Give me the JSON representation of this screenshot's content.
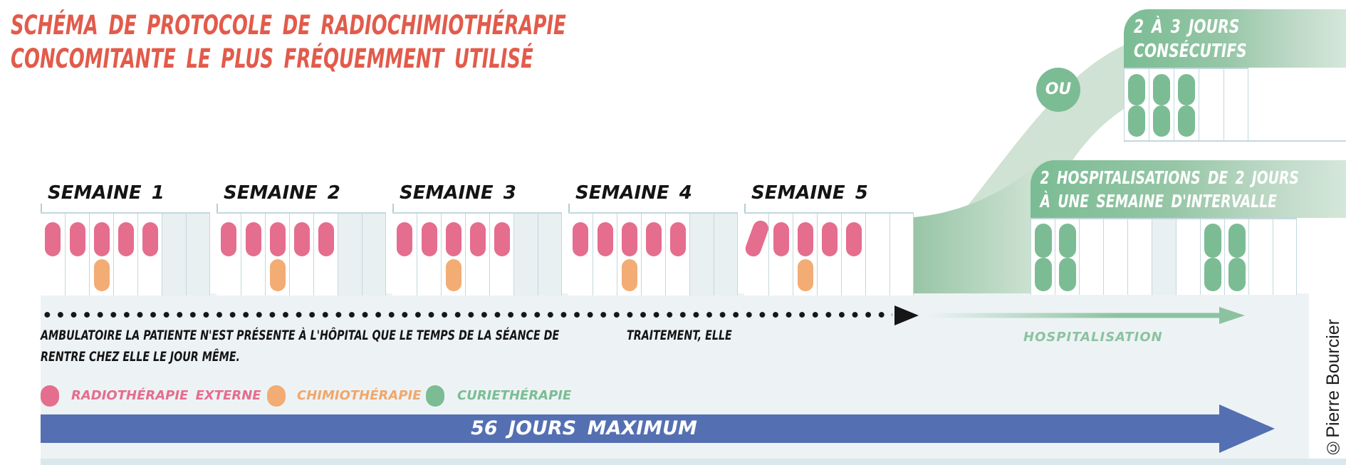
{
  "title": {
    "line1": "SCHÉMA DE PROTOCOLE DE RADIOCHIMIOTHÉRAPIE",
    "line2": "CONCOMITANTE LE PLUS FRÉQUEMMENT UTILISÉ"
  },
  "schedule": {
    "weeks": [
      {
        "label": "SEMAINE 1",
        "radiotherapy_days": [
          1,
          2,
          3,
          4,
          5
        ],
        "chemotherapy_day": 3,
        "weekend_shaded": true
      },
      {
        "label": "SEMAINE 2",
        "radiotherapy_days": [
          1,
          2,
          3,
          4,
          5
        ],
        "chemotherapy_day": 3,
        "weekend_shaded": true
      },
      {
        "label": "SEMAINE 3",
        "radiotherapy_days": [
          1,
          2,
          3,
          4,
          5
        ],
        "chemotherapy_day": 3,
        "weekend_shaded": true
      },
      {
        "label": "SEMAINE 4",
        "radiotherapy_days": [
          1,
          2,
          3,
          4,
          5
        ],
        "chemotherapy_day": 3,
        "weekend_shaded": true
      },
      {
        "label": "SEMAINE 5",
        "radiotherapy_days": [
          1,
          2,
          3,
          4,
          5
        ],
        "chemotherapy_day": 3,
        "weekend_shaded": false,
        "tilted_day": 1
      }
    ]
  },
  "curietherapy_options": {
    "or_label": "OU",
    "option1": {
      "label_line1": "2 À 3 JOURS",
      "label_line2": "CONSÉCUTIFS",
      "columns": 5,
      "stay_columns": [
        1,
        2,
        3
      ],
      "shaded_columns": []
    },
    "option2": {
      "label_line1": "2 HOSPITALISATIONS DE 2 JOURS",
      "label_line2": "À UNE SEMAINE D'INTERVALLE",
      "columns": 11,
      "stay_columns": [
        1,
        2,
        8,
        9
      ],
      "shaded_columns": [
        6
      ]
    }
  },
  "ambulatory_note": {
    "line1": "AMBULATOIRE LA PATIENTE N'EST PRÉSENTE À L'HÔPITAL QUE LE TEMPS DE LA SÉANCE DE",
    "line1_right": "TRAITEMENT, ELLE",
    "line2": "RENTRE CHEZ ELLE LE JOUR MÊME."
  },
  "hospitalisation_arrow_label": "HOSPITALISATION",
  "legend": {
    "items": [
      {
        "label": "RADIOTHÉRAPIE EXTERNE",
        "color": "#e56d8e"
      },
      {
        "label": "CHIMIOTHÉRAPIE",
        "color": "#f2ac74"
      },
      {
        "label": "CURIETHÉRAPIE",
        "color": "#7cbc94"
      }
    ]
  },
  "duration_bar": {
    "label": "56 JOURS MAXIMUM"
  },
  "credit": "©Pierre Bourcier",
  "colors": {
    "title": "#e25b4b",
    "radiotherapy": "#e56d8e",
    "chemotherapy": "#f2ac74",
    "curietherapy": "#7cbc94",
    "curietherapy_light": "#cfe2d4",
    "hospitalisation_arrow": "#8cc2a0",
    "duration_bar": "#5470b2",
    "panel": "#edf3f5",
    "grid_line": "#c3d8dc",
    "weekend": "#e9f0f2",
    "ink": "#161616"
  }
}
